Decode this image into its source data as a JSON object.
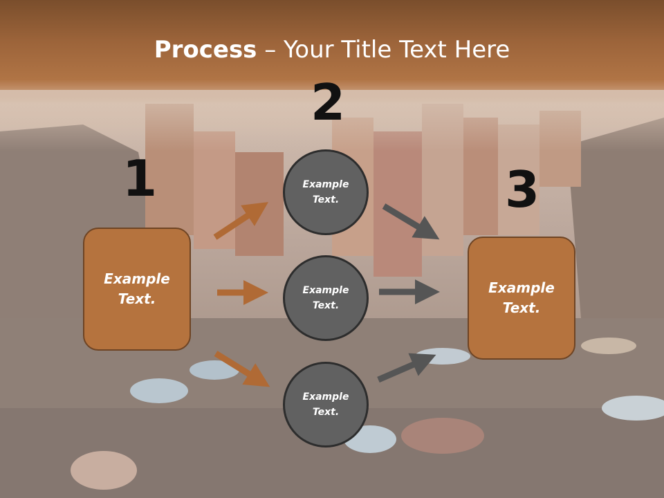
{
  "title": {
    "bold": "Process",
    "rest": " – Your Title Text Here"
  },
  "steps": {
    "one": "1",
    "two": "2",
    "three": "3"
  },
  "boxes": {
    "left": "Example Text.",
    "right": "Example Text."
  },
  "circles": {
    "top": "Example Text.",
    "middle": "Example Text.",
    "bottom": "Example Text."
  },
  "colors": {
    "box_fill": "#b5733e",
    "box_border": "#6e4424",
    "circle_fill": "#616161",
    "orange_arrow": "#b06a35",
    "gray_arrow": "#555555",
    "header": "#a86b3e"
  },
  "icons": {
    "arrow": "arrow-right-icon"
  }
}
